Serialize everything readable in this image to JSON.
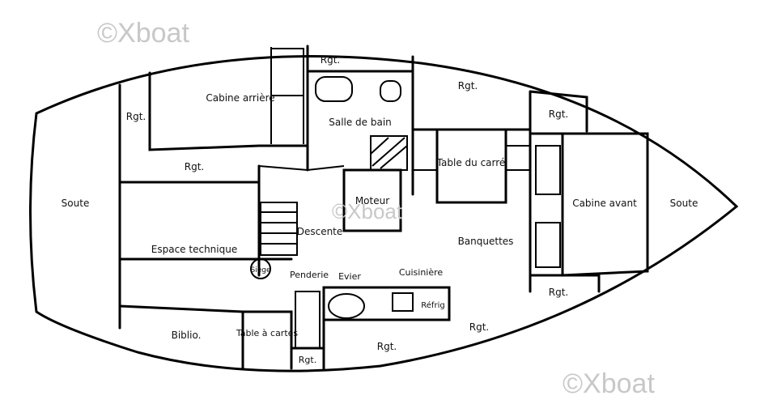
{
  "watermark": "©Xboat",
  "labels": {
    "soute_arriere": "Soute",
    "rgt_arriere": "Rgt.",
    "cabine_arriere": "Cabine arrière",
    "rgt_sdb": "Rgt.",
    "salle_de_bain": "Salle de bain",
    "rgt_top": "Rgt.",
    "rgt_top2": "Rgt.",
    "rgt_mid": "Rgt.",
    "moteur": "Moteur",
    "table_du_carre": "Table du carré",
    "cabine_avant": "Cabine avant",
    "soute_avant": "Soute",
    "descente": "Descente",
    "banquettes": "Banquettes",
    "espace_technique": "Espace technique",
    "siege": "Siège",
    "penderie": "Penderie",
    "evier": "Evier",
    "cuisiniere": "Cuisinière",
    "refrig": "Réfrig",
    "rgt_avant_bas": "Rgt.",
    "table_a_cartes": "Table à cartes",
    "biblio": "Biblio.",
    "rgt_cartes": "Rgt.",
    "rgt_bas": "Rgt.",
    "rgt_bas2": "Rgt."
  }
}
